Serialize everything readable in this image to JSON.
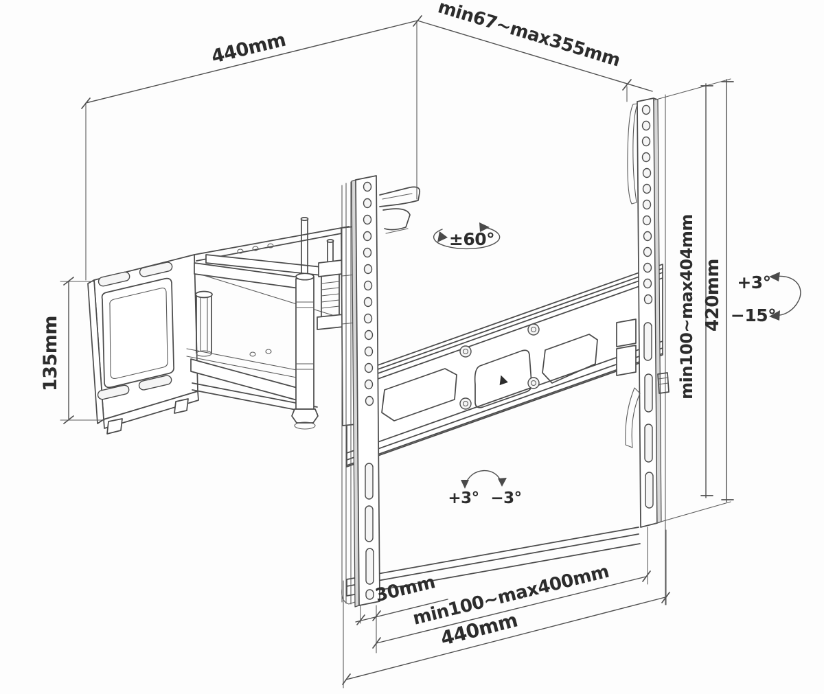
{
  "labels": {
    "top_width": "440mm",
    "arm_extension": "min67~max355mm",
    "wall_plate_height": "135mm",
    "swivel_range": "±60°",
    "vesa_vertical_range": "min100~max404mm",
    "bracket_height": "420mm",
    "tilt_up": "+3°",
    "tilt_down": "−15°",
    "level_adjust_plus": "+3°",
    "level_adjust_minus": "−3°",
    "rail_offset": "30mm",
    "vesa_horizontal_range": "min100~max400mm",
    "bottom_width": "440mm",
    "center_marker": "▲"
  },
  "colors": {
    "line": "#4a4a4a",
    "dimension_line": "#4f4f4f",
    "text": "#2c2c2c",
    "background": "#fdfdfd",
    "side_shading": "#d8d8d8"
  }
}
